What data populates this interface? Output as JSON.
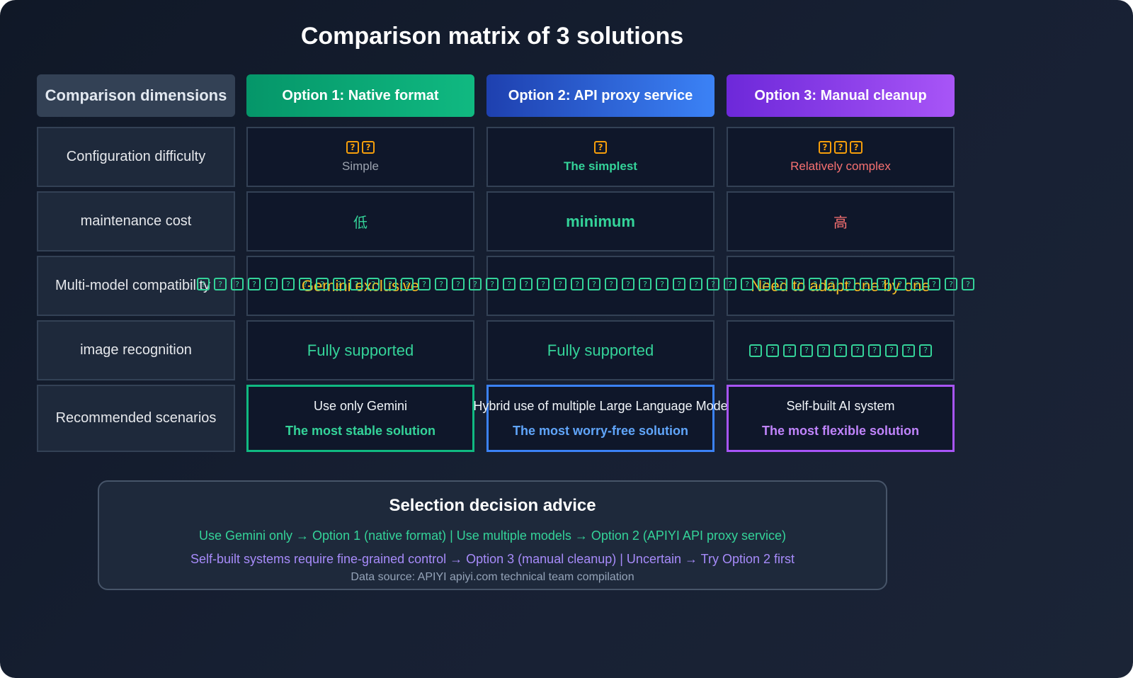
{
  "title": "Comparison matrix of 3 solutions",
  "headers": {
    "dimensions": "Comparison dimensions",
    "option1": "Option 1: Native format",
    "option2": "Option 2: API proxy service",
    "option3": "Option 3: Manual cleanup"
  },
  "rows": {
    "config": {
      "label": "Configuration difficulty",
      "option1": {
        "rating": "?",
        "text": "Simple"
      },
      "option2": {
        "rating": "?",
        "text": "The simplest"
      },
      "option3": {
        "rating": "?",
        "text": "Relatively complex"
      }
    },
    "maintenance": {
      "label": "maintenance cost",
      "option1": "低",
      "option2": "minimum",
      "option3": "高"
    },
    "compat": {
      "label": "Multi-model compatibility",
      "option1": "Gemini exclusive",
      "option3": "Need to adapt one by one",
      "overflow_glyph": "?"
    },
    "image": {
      "label": "image recognition",
      "option1": "Fully supported",
      "option2": "Fully supported",
      "option3_glyph": "?"
    },
    "scenarios": {
      "label": "Recommended scenarios",
      "option1": {
        "use": "Use only Gemini",
        "verdict": "The most stable solution"
      },
      "option2": {
        "use": "Hybrid use of multiple Large Language Mode",
        "verdict": "The most worry-free solution"
      },
      "option3": {
        "use": "Self-built AI system",
        "verdict": "The most flexible solution"
      }
    }
  },
  "advice": {
    "title": "Selection decision advice",
    "line1": "Use Gemini only → Option 1 (native format) | Use multiple models → Option 2 (APIYI API proxy service)",
    "line2": "Self-built systems require fine-grained control → Option 3 (manual cleanup) | Uncertain → Try Option 2 first",
    "source": "Data source: APIYI apiyi.com technical team compilation"
  },
  "colors": {
    "option1": "#10b981",
    "option2": "#3b82f6",
    "option3": "#a855f7",
    "positive": "#34d399",
    "negative": "#f87171",
    "warning": "#fbbf24"
  }
}
